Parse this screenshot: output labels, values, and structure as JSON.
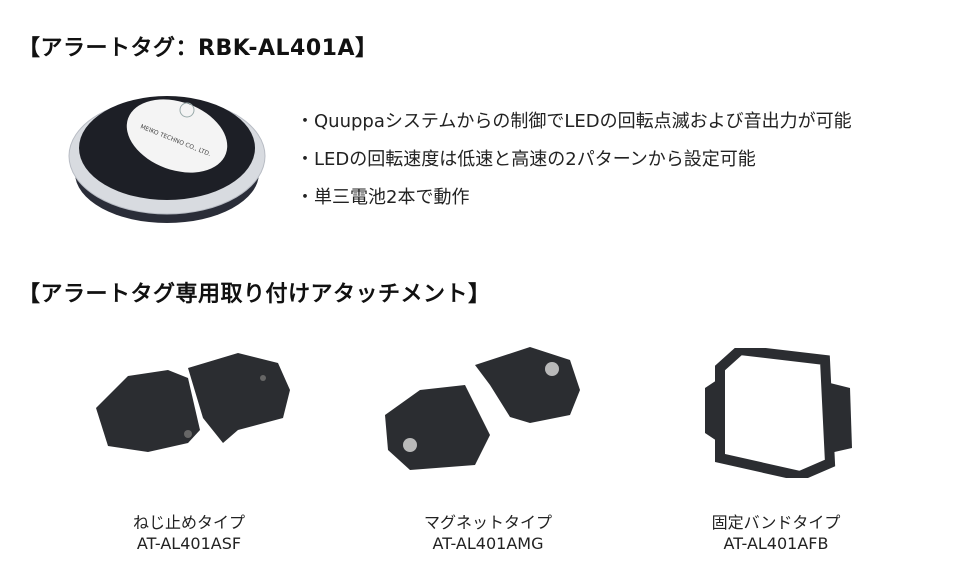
{
  "heading1": "【アラートタグ：RBK-AL401A】",
  "features": [
    "・Quuppaシステムからの制御でLEDの回転点滅および音出力が可能",
    "・LEDの回転速度は低速と高速の2パターンから設定可能",
    "・単三電池2本で動作"
  ],
  "device_label": "MEIKO TECHNO CO., LTD.",
  "heading2": "【アラートタグ専用取り付けアタッチメント】",
  "attachments": [
    {
      "name": "ねじ止めタイプ",
      "model": "AT-AL401ASF"
    },
    {
      "name": "マグネットタイプ",
      "model": "AT-AL401AMG"
    },
    {
      "name": "固定バンドタイプ",
      "model": "AT-AL401AFB"
    }
  ]
}
